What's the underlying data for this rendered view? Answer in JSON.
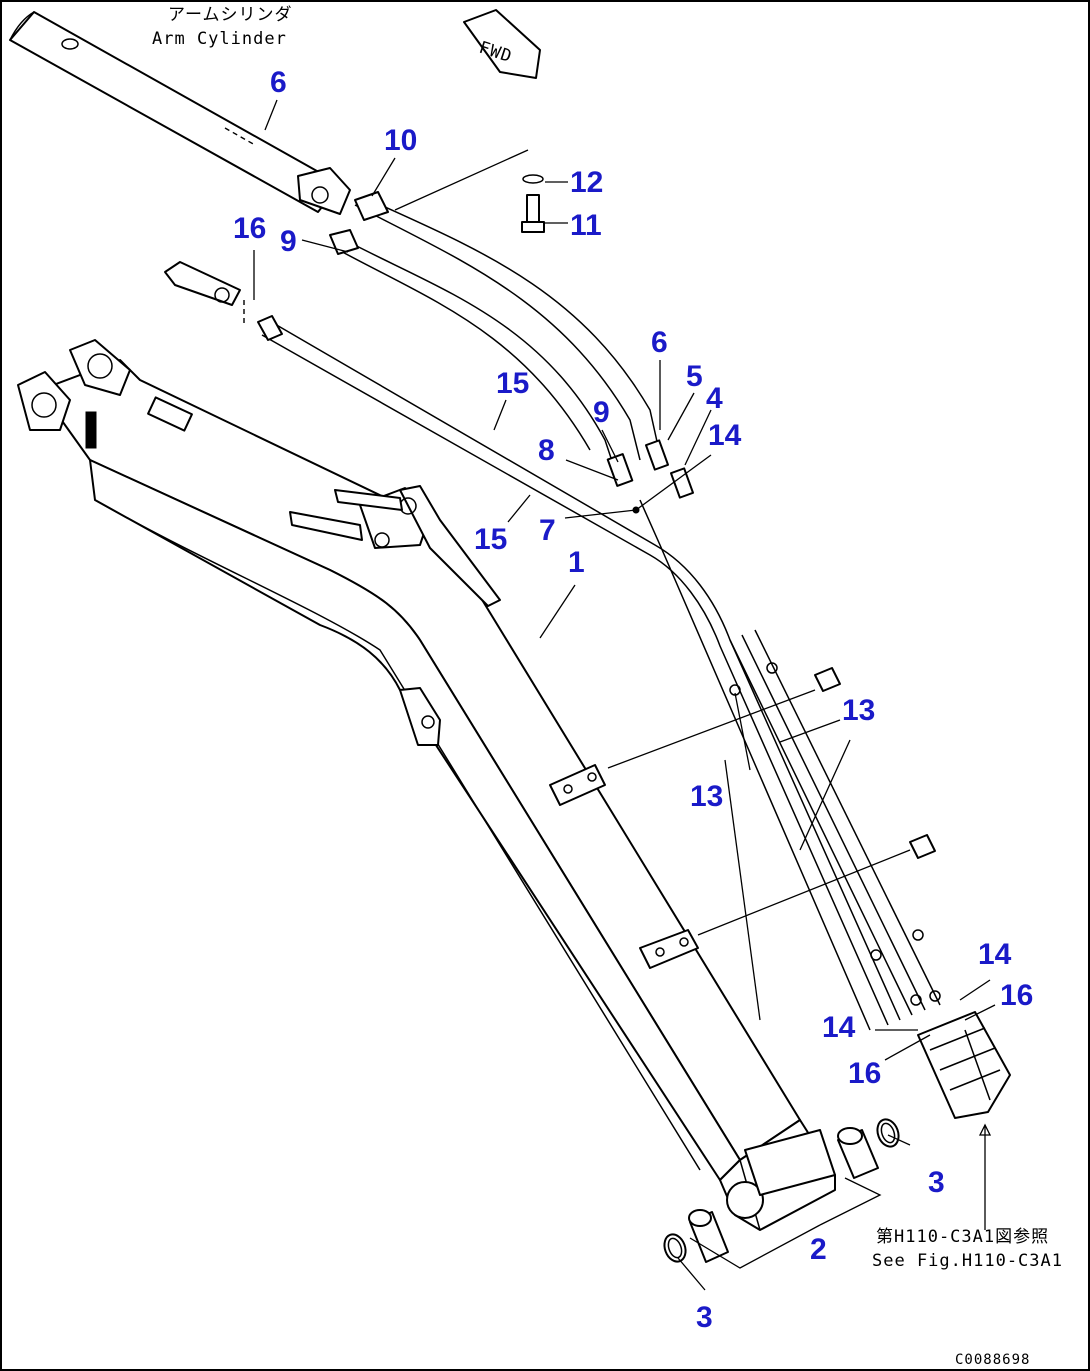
{
  "notes": {
    "arm_cylinder_jp": "アームシリンダ",
    "arm_cylinder_en": "Arm Cylinder",
    "fwd_marker": "FWD",
    "reference_jp": "第H110-C3A1図参照",
    "reference_en": "See Fig.H110-C3A1",
    "drawing_code": "C0088698"
  },
  "callouts": [
    "6",
    "10",
    "12",
    "11",
    "16",
    "9",
    "6",
    "5",
    "4",
    "14",
    "15",
    "9",
    "8",
    "15",
    "7",
    "1",
    "13",
    "13",
    "14",
    "16",
    "14",
    "16",
    "3",
    "2",
    "3"
  ]
}
